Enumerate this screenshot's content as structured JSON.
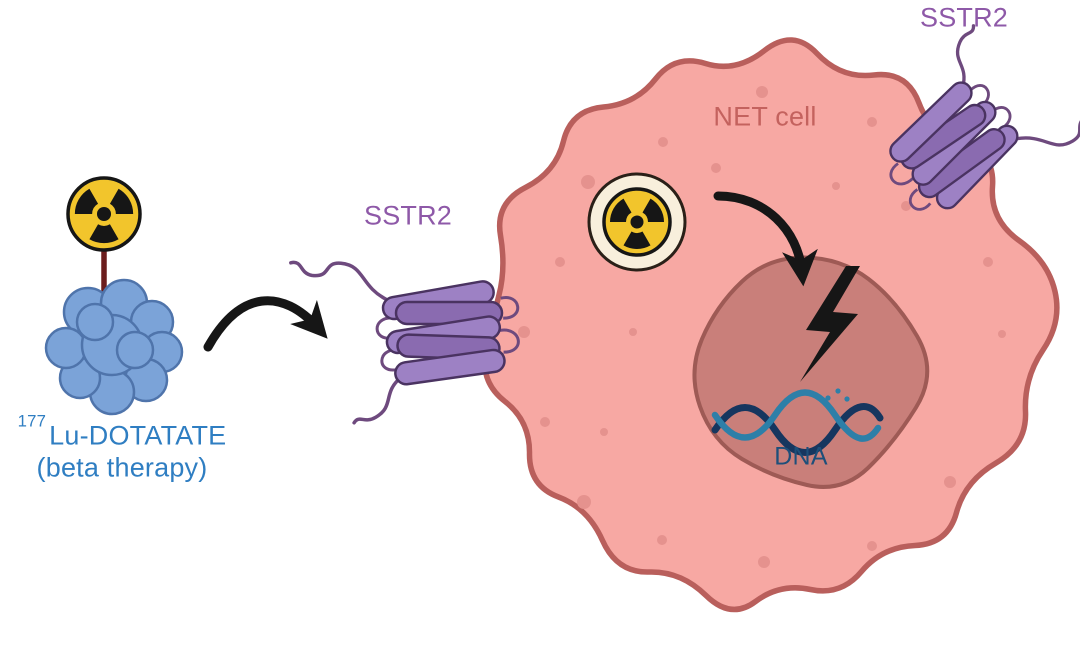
{
  "labels": {
    "sstr2_left": "SSTR2",
    "sstr2_right": "SSTR2",
    "net_cell": "NET cell",
    "dna": "DNA",
    "ligand_isotope": "177",
    "ligand_name": "Lu-DOTATATE",
    "ligand_therapy": "(beta therapy)"
  },
  "icons": {
    "radiation_ligand": "radiation-trefoil-icon",
    "radiation_internal": "radiation-trefoil-icon",
    "dna_damage": "lightning-bolt-icon",
    "uptake_arrow": "curved-arrow-icon",
    "damage_arrow": "curved-arrow-icon"
  },
  "colors": {
    "ink": "#161616",
    "cell_fill": "#f7a8a3",
    "cell_stroke": "#b95f5c",
    "nucleus_fill": "#c97f7a",
    "nucleus_stroke": "#9e5a55",
    "dot_fill": "#e5928e",
    "receptor_fill": "#9d81c4",
    "receptor_fill_alt": "#8a6bb0",
    "receptor_stroke": "#4a3361",
    "receptor_tail": "#6e4a7e",
    "ligand_blue": "#7ba3d8",
    "ligand_stroke": "#4f74ab",
    "stem": "#6b1d1d",
    "radiation_yellow": "#f2c52c",
    "radiation_ring_cream": "#f8efdc",
    "dna_strand1": "#16365f",
    "dna_strand2": "#2d7fa8",
    "label_blue": "#2f7ec2",
    "label_purple": "#8e59a8",
    "label_net": "#c4625e",
    "label_dna": "#1d4f7a"
  }
}
